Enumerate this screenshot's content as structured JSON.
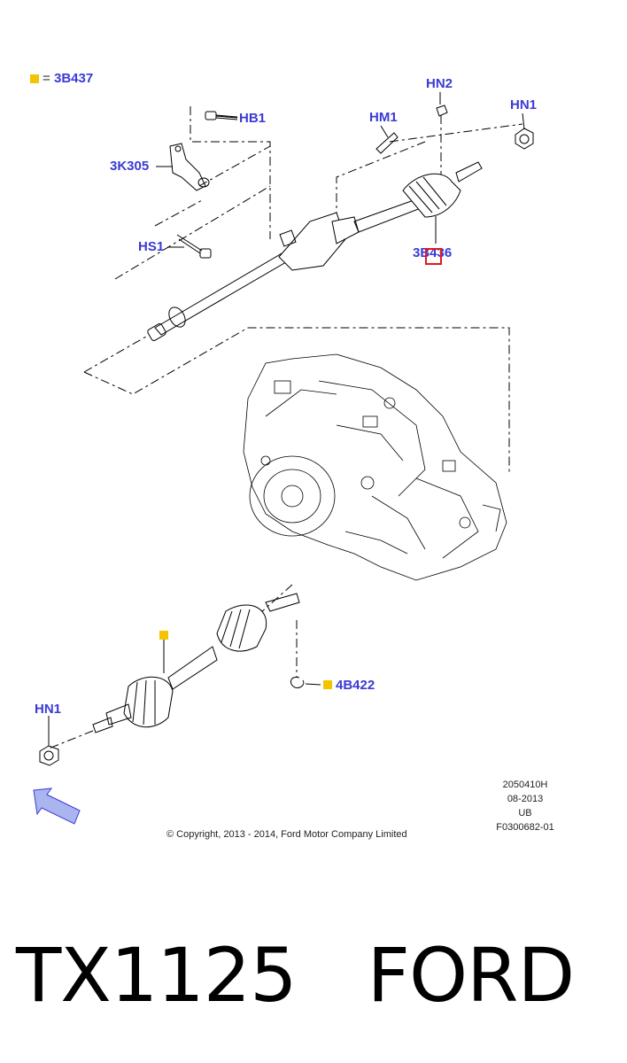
{
  "legend": {
    "code": "3B437",
    "equals": "="
  },
  "callouts": {
    "hb1": "HB1",
    "hn2": "HN2",
    "hm1": "HM1",
    "hn1_top": "HN1",
    "k3305": "3K305",
    "hs1": "HS1",
    "b3436": "3B436",
    "b4422": "4B422",
    "hn1_bottom": "HN1"
  },
  "drawing_info": {
    "line1": "2050410H",
    "line2": "08-2013",
    "line3": "UB",
    "line4": "F0300682-01"
  },
  "copyright": "© Copyright, 2013 - 2014, Ford Motor Company Limited",
  "caption": {
    "part_number": "TX1125",
    "brand": "FORD"
  },
  "colors": {
    "label_blue": "#3a3ad6",
    "marker_yellow": "#f5c400",
    "highlight_red": "#e0191e",
    "arrow_blue": "#aab4ee"
  }
}
